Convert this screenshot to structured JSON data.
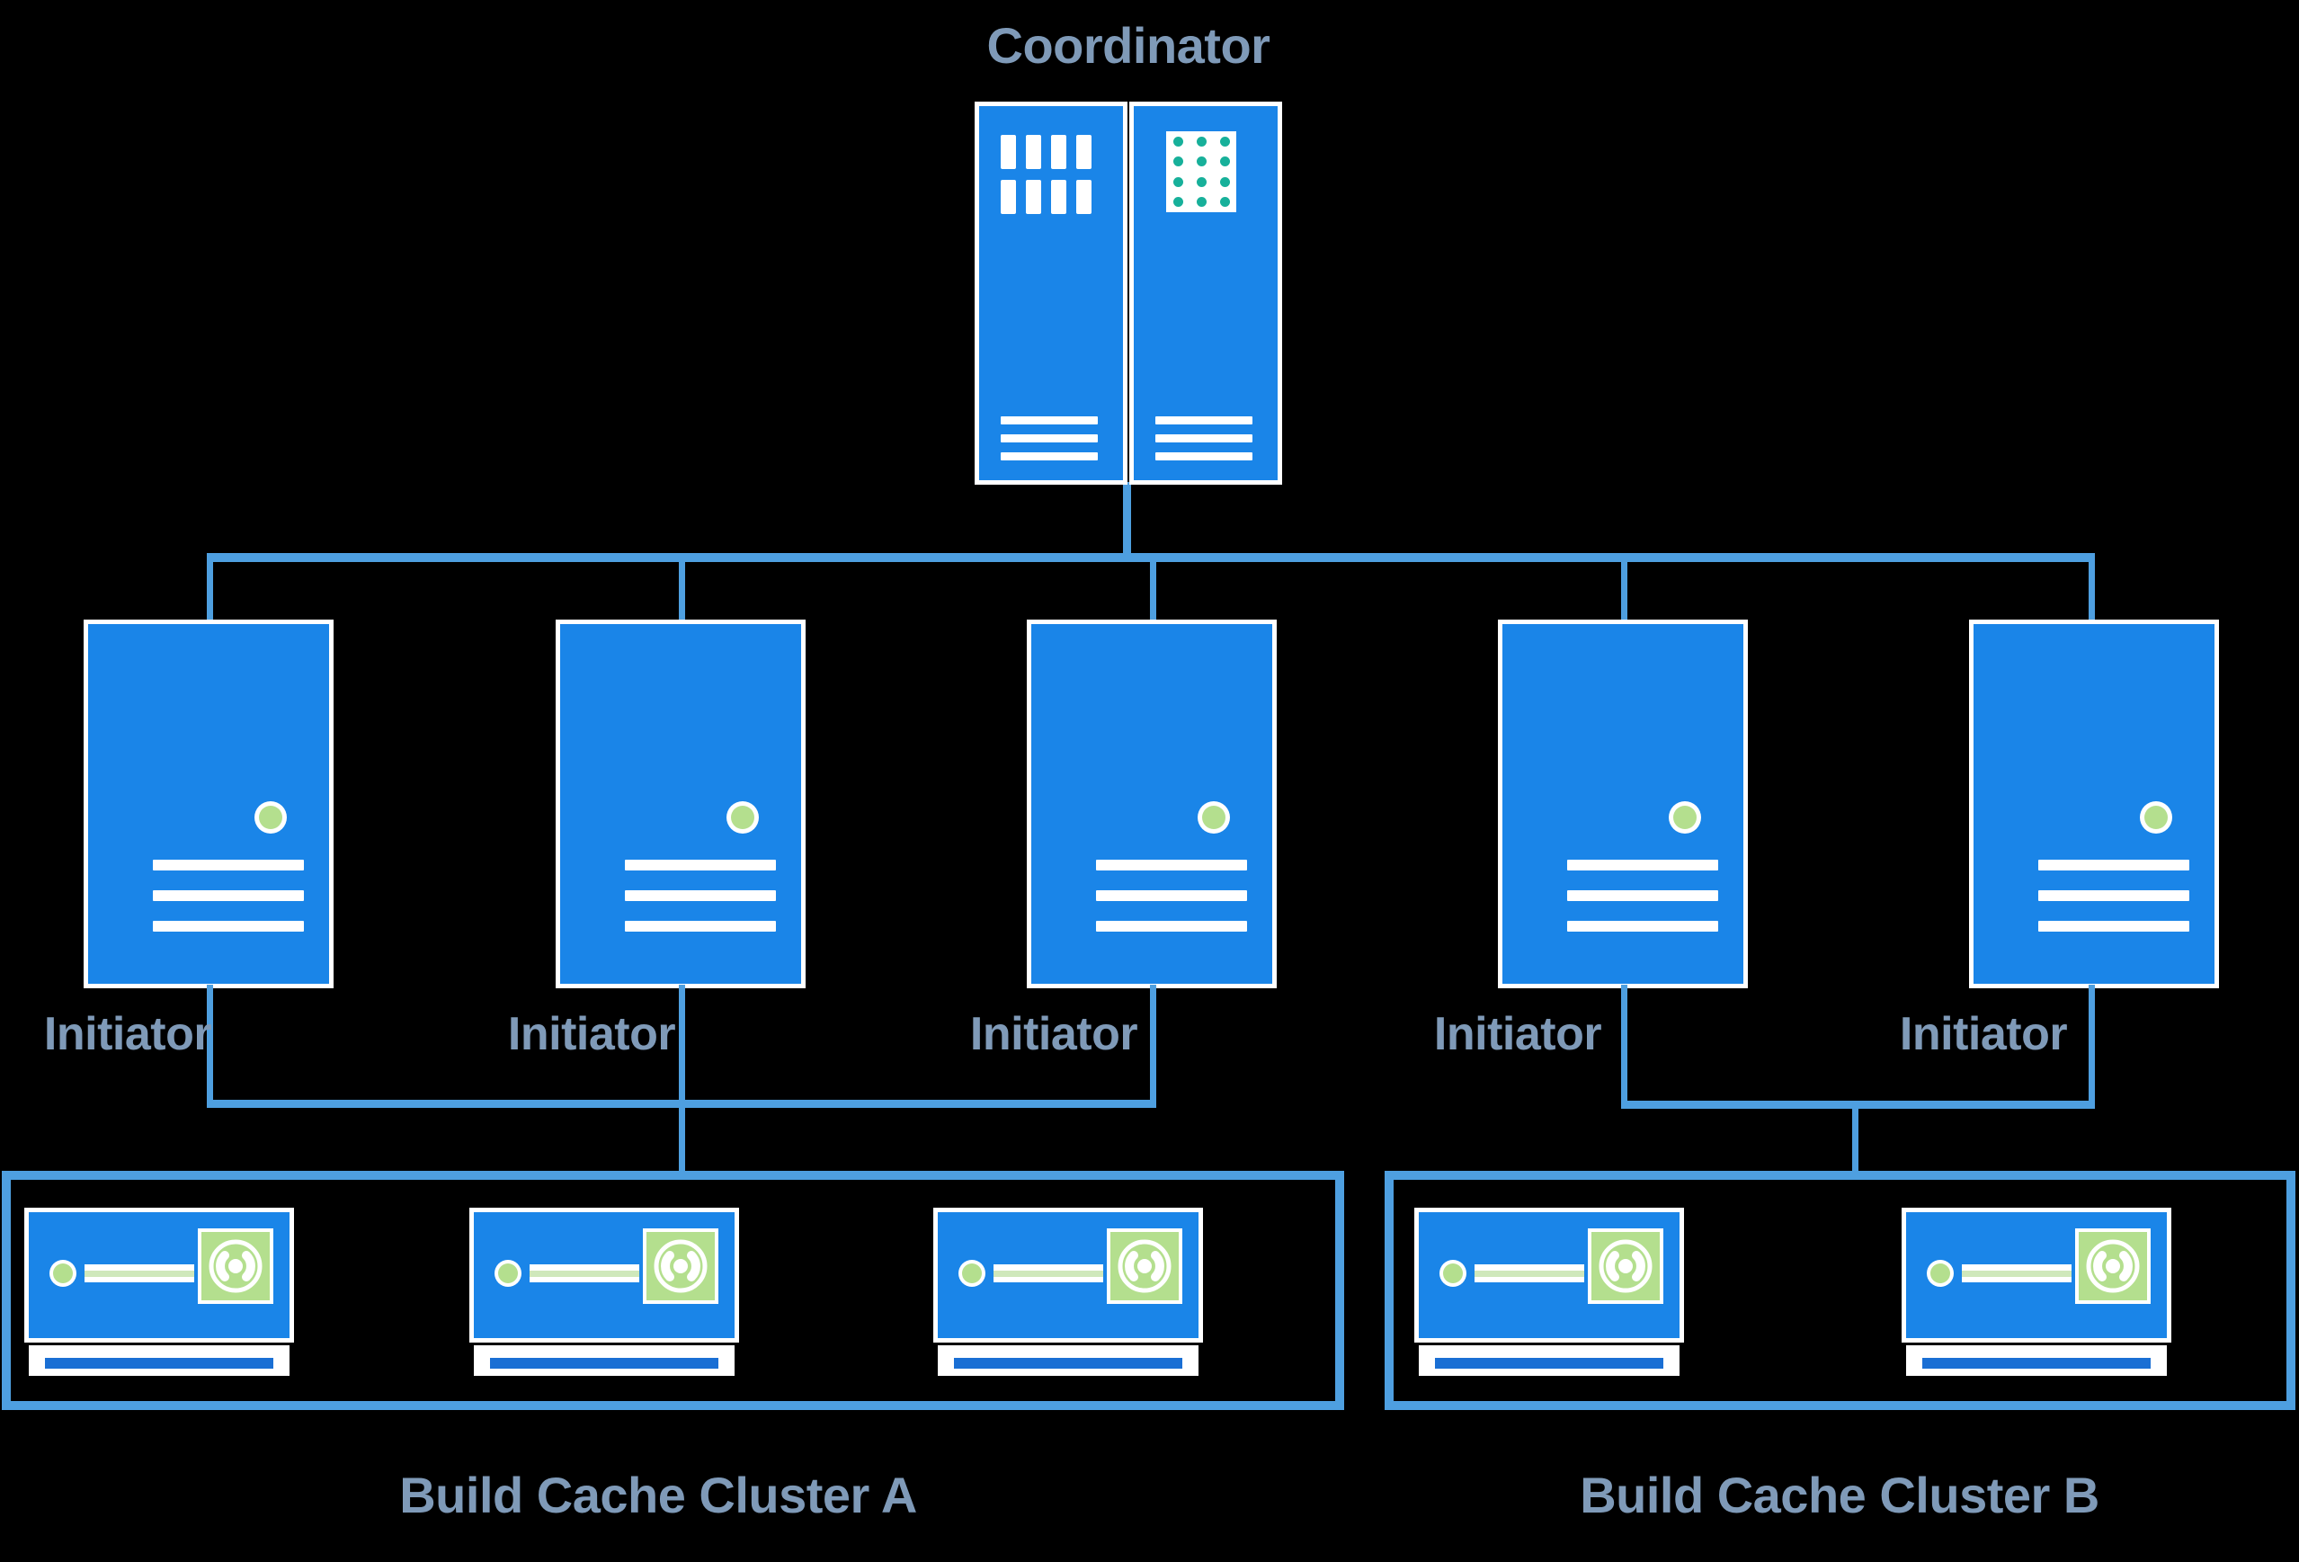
{
  "diagram": {
    "type": "architecture-topology",
    "background_color": "#000000",
    "accent_color": "#1a85e8",
    "line_color": "#4e9fe0",
    "label_color": "#7f9ab8",
    "status_dot_color": "#b4df8e",
    "dot_panel_color": "#17b09a"
  },
  "coordinator": {
    "label": "Coordinator",
    "icon": "dual-rack-server-icon"
  },
  "initiators": [
    {
      "label": "Initiator",
      "icon": "server-icon"
    },
    {
      "label": "Initiator",
      "icon": "server-icon"
    },
    {
      "label": "Initiator",
      "icon": "server-icon"
    },
    {
      "label": "Initiator",
      "icon": "server-icon"
    },
    {
      "label": "Initiator",
      "icon": "server-icon"
    }
  ],
  "clusters": [
    {
      "label": "Build Cache Cluster A",
      "nodes": [
        {
          "icon": "cache-node-icon"
        },
        {
          "icon": "cache-node-icon"
        },
        {
          "icon": "cache-node-icon"
        }
      ]
    },
    {
      "label": "Build Cache Cluster B",
      "nodes": [
        {
          "icon": "cache-node-icon"
        },
        {
          "icon": "cache-node-icon"
        }
      ]
    }
  ]
}
